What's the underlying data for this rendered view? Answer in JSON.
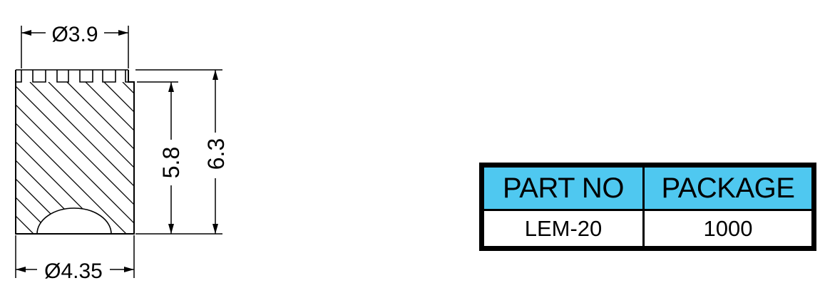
{
  "dimensions": {
    "top_diameter": "Ø3.9",
    "bottom_diameter": "Ø4.35",
    "inner_height": "5.8",
    "total_height": "6.3"
  },
  "table": {
    "headers": [
      "PART NO",
      "PACKAGE"
    ],
    "row": [
      "LEM-20",
      "1000"
    ]
  },
  "colors": {
    "header_fill": "#4fc8f0",
    "line": "#000000"
  }
}
